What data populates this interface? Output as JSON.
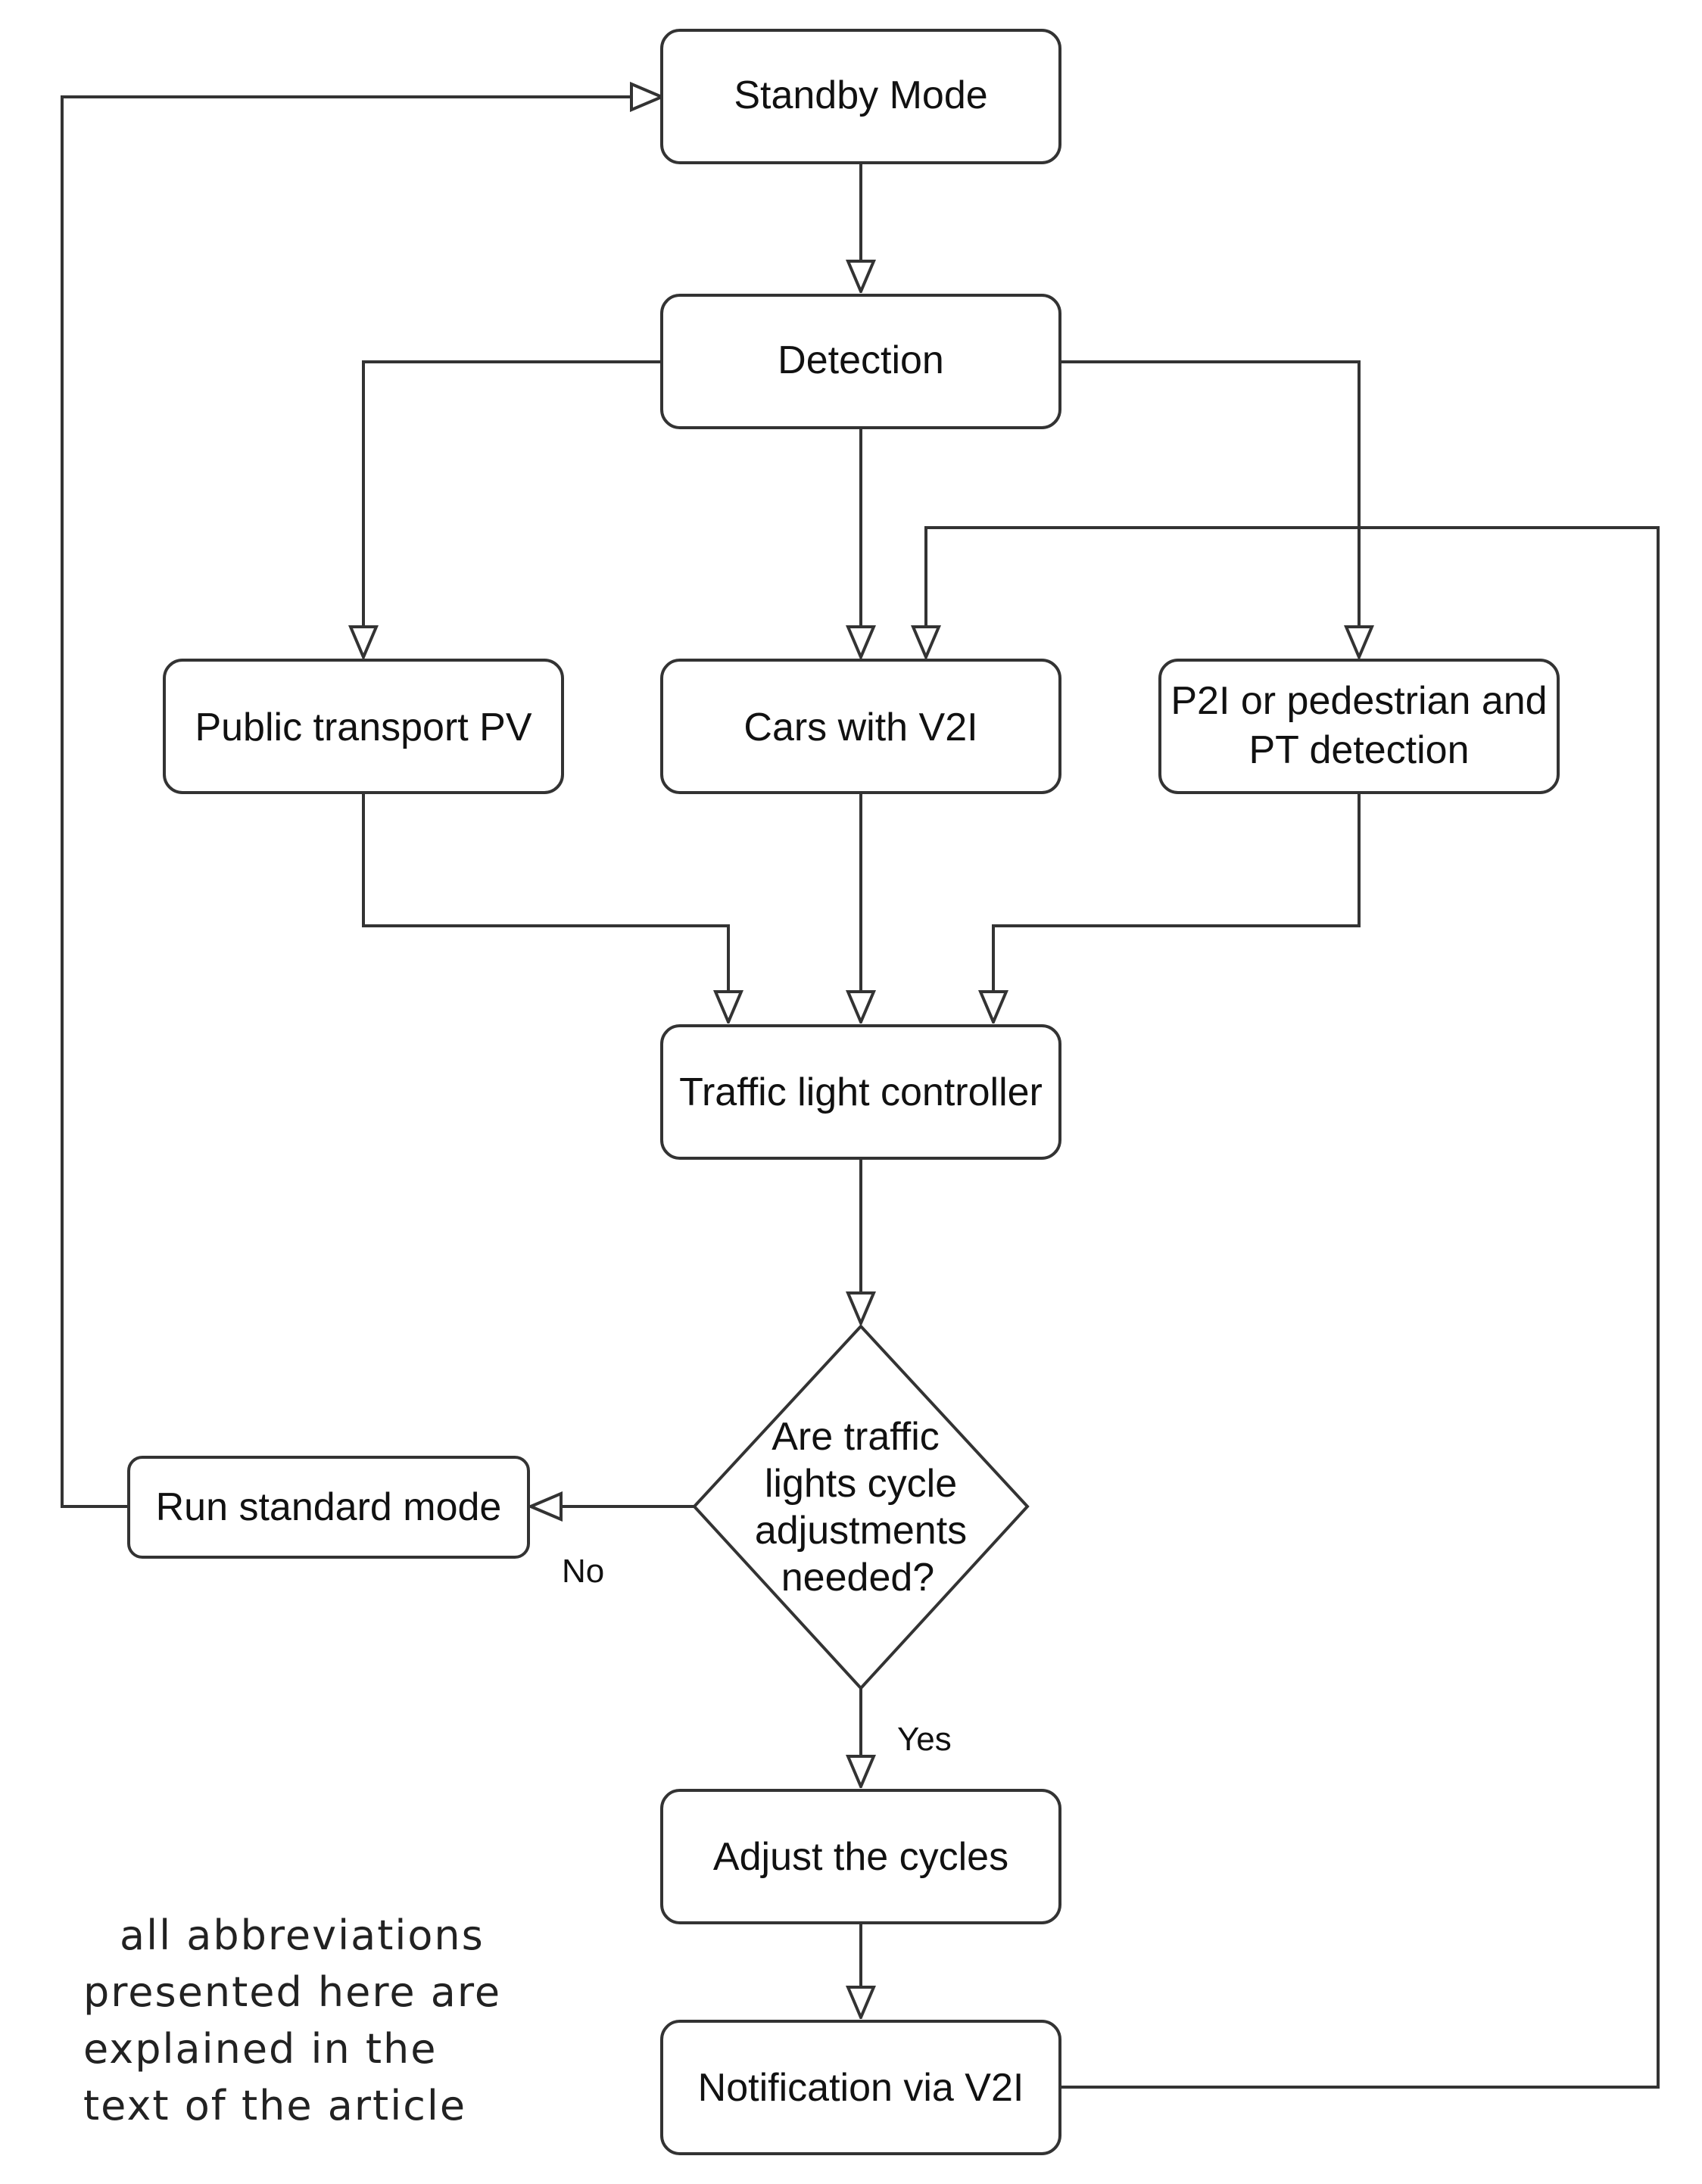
{
  "diagram": {
    "nodes": {
      "standby": "Standby Mode",
      "detection": "Detection",
      "public_transport": "Public transport PV",
      "cars_v2i": "Cars with V2I",
      "p2i_line1": "P2I or pedestrian and",
      "p2i_line2": "PT detection",
      "controller": "Traffic light controller",
      "decision_line1": "Are traffic",
      "decision_line2": "lights cycle",
      "decision_line3": "adjustments",
      "decision_line4": "needed?",
      "run_standard": "Run standard mode",
      "adjust": "Adjust the cycles",
      "notification": "Notification via V2I"
    },
    "edge_labels": {
      "no": "No",
      "yes": "Yes"
    },
    "note": {
      "line1": "all abbreviations",
      "line2": "presented here are",
      "line3": "explained in the",
      "line4": "text of the article"
    }
  }
}
